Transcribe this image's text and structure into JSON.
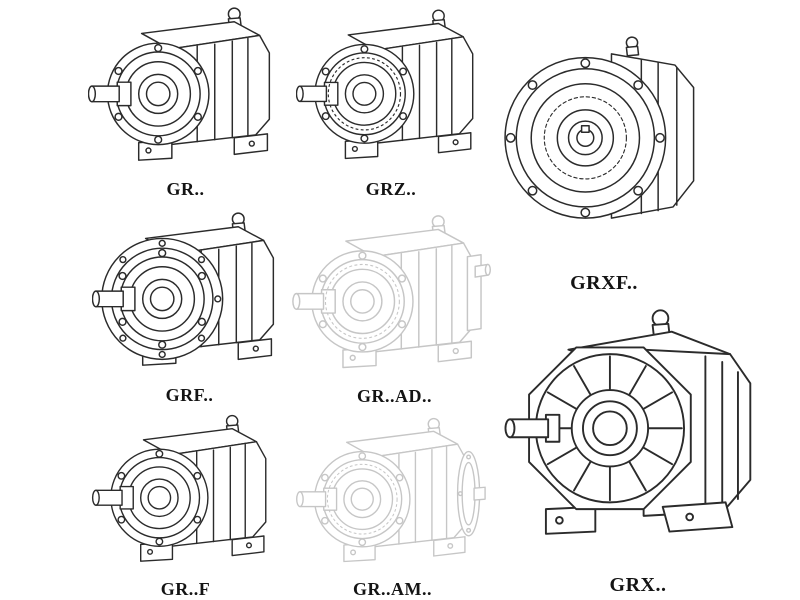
{
  "page": {
    "background": "#ffffff",
    "line_color_dark": "#2b2b2b",
    "line_color_light": "#c6c6c6",
    "label_color": "#141414"
  },
  "catalog": {
    "items": [
      {
        "label": "GR..",
        "drawing": "#gb-foot",
        "line_color": "#2b2b2b"
      },
      {
        "label": "GRZ..",
        "drawing": "#gb-foot-z",
        "line_color": "#2b2b2b"
      },
      {
        "label": "GRXF..",
        "drawing": "#gb-front-flange",
        "line_color": "#2b2b2b"
      },
      {
        "label": "GRF..",
        "drawing": "#gb-flange",
        "line_color": "#2b2b2b"
      },
      {
        "label": "GR..AD..",
        "drawing": "#gb-adapter-ad",
        "line_color": "#c6c6c6"
      },
      {
        "label": "GR..F",
        "drawing": "#gb-foot",
        "line_color": "#2b2b2b"
      },
      {
        "label": "GR..AM..",
        "drawing": "#gb-adapter-am",
        "line_color": "#c6c6c6"
      },
      {
        "label": "GRX..",
        "drawing": "#gb-grx",
        "line_color": "#2b2b2b"
      }
    ]
  }
}
